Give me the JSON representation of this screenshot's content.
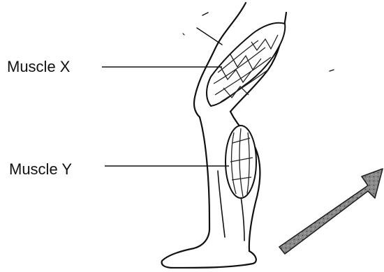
{
  "diagram": {
    "labels": {
      "muscle_x": "Muscle X",
      "muscle_y": "Muscle Y"
    },
    "colors": {
      "ink": "#111111",
      "arrow_fill": "#6e6e6e",
      "arrow_stroke": "#222222"
    },
    "icons": {
      "leg": "bent-leg-drawing",
      "arrow": "diagonal-arrow-up-right"
    }
  }
}
